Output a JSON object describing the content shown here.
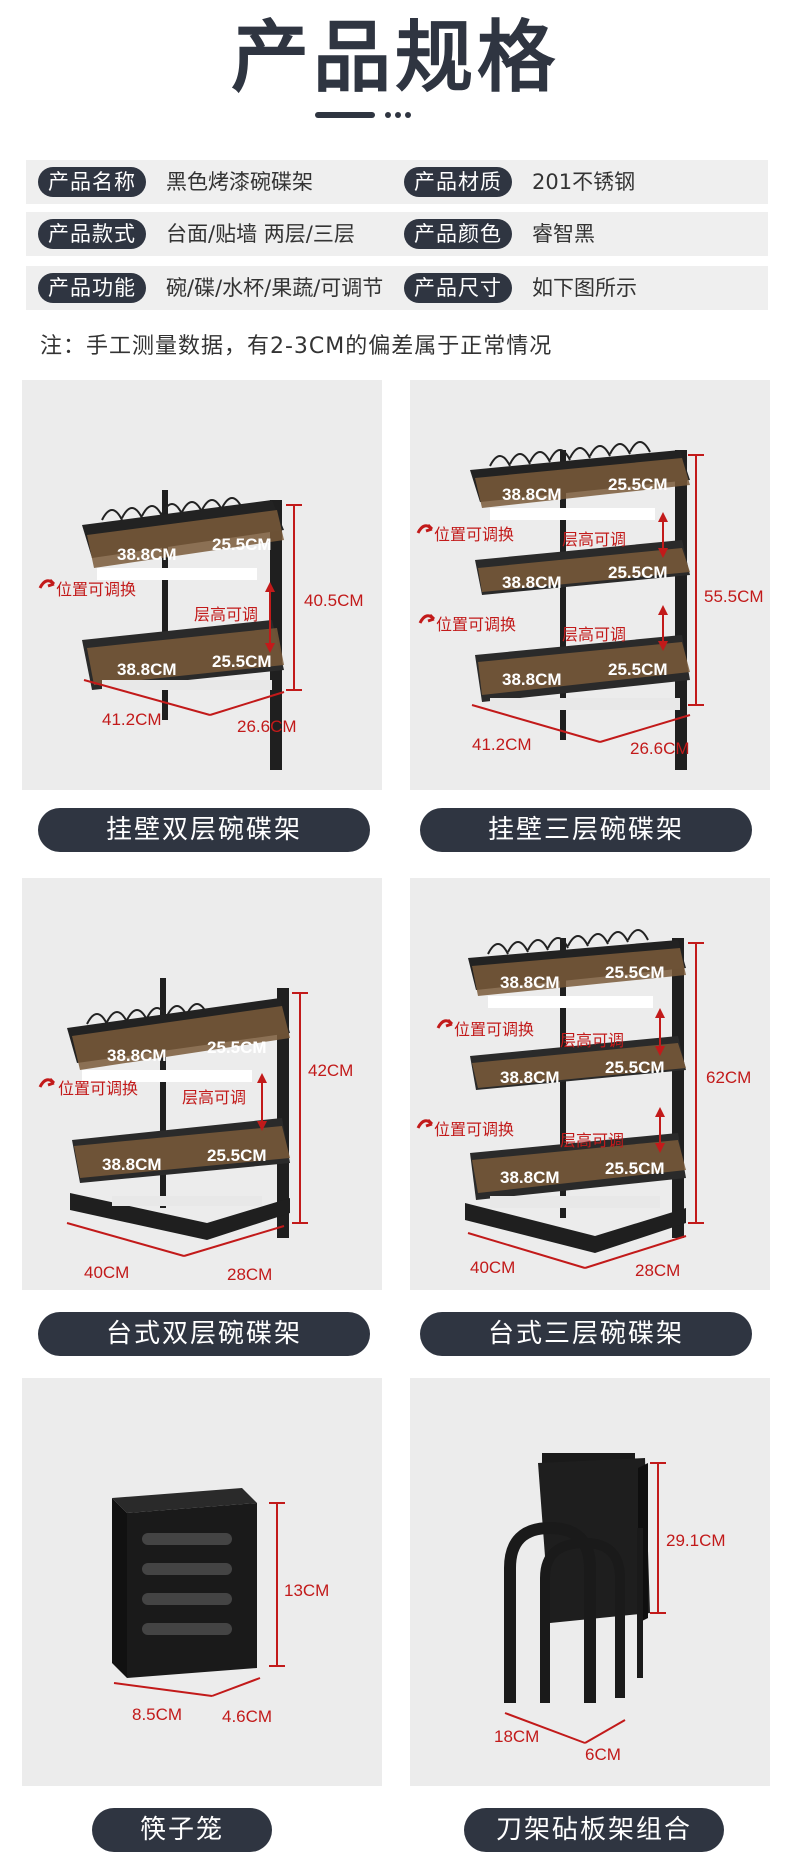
{
  "title": "产品规格",
  "specs": [
    {
      "label": "产品名称",
      "value": "黑色烤漆碗碟架",
      "label2": "产品材质",
      "value2": "201不锈钢"
    },
    {
      "label": "产品款式",
      "value": "台面/贴墙 两层/三层",
      "label2": "产品颜色",
      "value2": "睿智黑"
    },
    {
      "label": "产品功能",
      "value": "碗/碟/水杯/果蔬/可调节",
      "label2": "产品尺寸",
      "value2": "如下图所示"
    }
  ],
  "note": "注：手工测量数据，有2-3CM的偏差属于正常情况",
  "adjust_position": "位置可调换",
  "adjust_height": "层高可调",
  "tray_dims": {
    "a": "38.8CM",
    "b": "25.5CM"
  },
  "products": [
    {
      "name": "挂壁双层碗碟架",
      "height": "40.5CM",
      "length": "41.2CM",
      "depth": "26.6CM"
    },
    {
      "name": "挂壁三层碗碟架",
      "height": "55.5CM",
      "length": "41.2CM",
      "depth": "26.6CM"
    },
    {
      "name": "台式双层碗碟架",
      "height": "42CM",
      "length": "40CM",
      "depth": "28CM"
    },
    {
      "name": "台式三层碗碟架",
      "height": "62CM",
      "length": "40CM",
      "depth": "28CM"
    },
    {
      "name": "筷子笼",
      "height": "13CM",
      "length": "8.5CM",
      "depth": "4.6CM"
    },
    {
      "name": "刀架砧板架组合",
      "height": "29.1CM",
      "length": "18CM",
      "depth": "6CM"
    }
  ],
  "colors": {
    "dark": "#2f3541",
    "red": "#c21a1a",
    "panel": "#ececec"
  }
}
